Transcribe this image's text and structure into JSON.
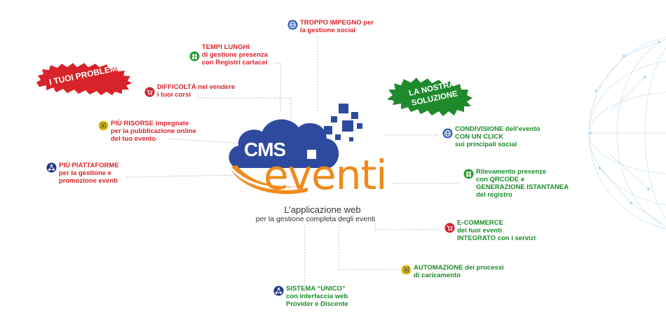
{
  "badges": {
    "problems": "I TUOI PROBLEMI",
    "solution_line1": "LA NOSTRA",
    "solution_line2": "SOLUZIONE"
  },
  "logo": {
    "cms": "CMS",
    "eventi": "eventi",
    "tagline_line1": "L’applicazione web",
    "tagline_line2": "per la gestione completa degli eventi"
  },
  "problems": [
    {
      "lines": [
        "TROPPO IMPEGNO per",
        "la gestione social"
      ],
      "icon": "globe-icon"
    },
    {
      "lines": [
        "TEMPI LUNGHI",
        "di gestione presenza",
        "con Registri cartacei"
      ],
      "icon": "people-icon"
    },
    {
      "lines": [
        "DIFFICOLTÀ nel vendere",
        "i tuoi corsi"
      ],
      "icon": "cart-icon"
    },
    {
      "lines": [
        "PIÙ RISORSE impegnate",
        "per la pubblicazione online",
        "del tuo evento"
      ],
      "icon": "gear-icon"
    },
    {
      "lines": [
        "PIÙ PIATTAFORME",
        "per la gestione e",
        "promozione eventi"
      ],
      "icon": "network-icon"
    },
    {
      "lines": [
        "SISTEMA “UNICO”",
        "con interfaccia web",
        "Provider e Discente"
      ],
      "icon": "network-icon"
    }
  ],
  "solutions": [
    {
      "lines": [
        "CONDIVISIONE dell’evento",
        "CON UN CLICK",
        "sui principali social"
      ],
      "icon": "globe-icon"
    },
    {
      "lines": [
        "Rilevamento presenze",
        "con QRCODE e",
        "GENERAZIONE ISTANTANEA",
        "del registro"
      ],
      "icon": "people-icon"
    },
    {
      "lines": [
        "E-COMMERCE",
        "dei tuoi eventi",
        "INTEGRATO con i servizi"
      ],
      "icon": "cart-icon"
    },
    {
      "lines": [
        "AUTOMAZIONE dei processi",
        "di caricamento"
      ],
      "icon": "gear-icon"
    }
  ],
  "colors": {
    "problem": "#d8232a",
    "solution": "#1a8c2a",
    "cloud": "#2e4a9e",
    "accent_orange": "#f08a1c"
  }
}
